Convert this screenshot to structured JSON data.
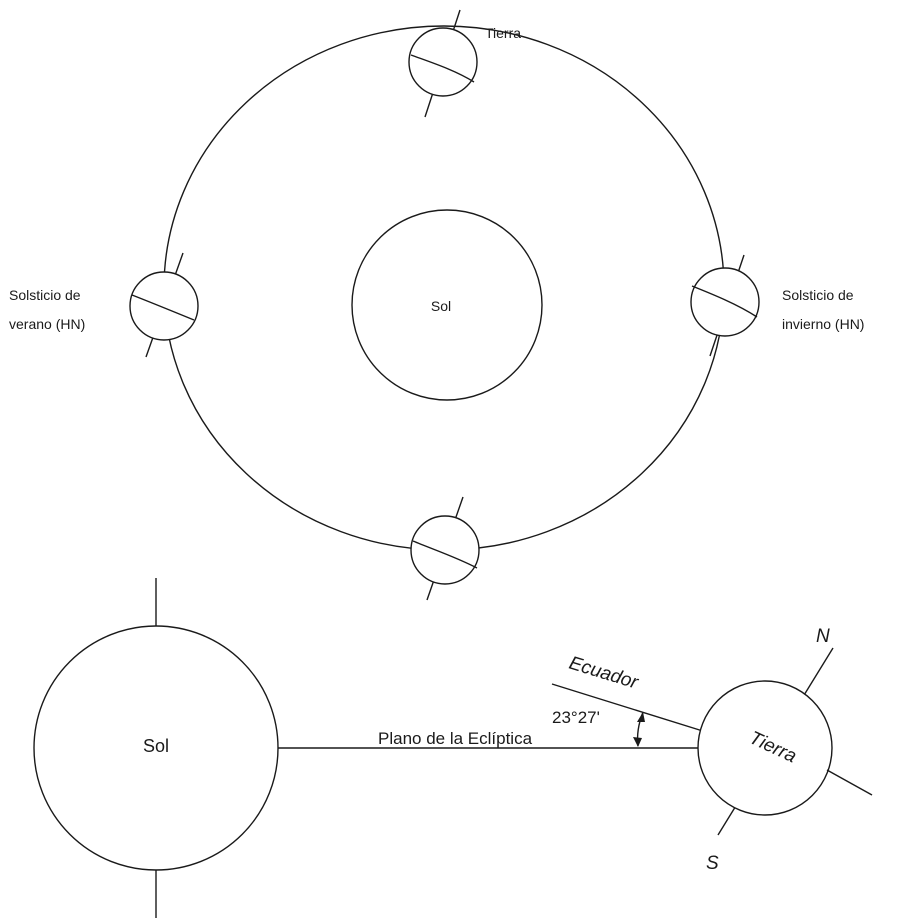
{
  "orbit_view": {
    "sun_label": "Sol",
    "earth_top_label": "Tierra",
    "left_label_line1": "Solsticio de",
    "left_label_line2": "verano (HN)",
    "right_label_line1": "Solsticio de",
    "right_label_line2": "invierno (HN)"
  },
  "side_view": {
    "sun_label": "Sol",
    "earth_label": "Tierra",
    "ecliptic_label": "Plano de la Eclíptica",
    "equator_label": "Ecuador",
    "angle_label": "23°27'",
    "north_label": "N",
    "south_label": "S"
  }
}
